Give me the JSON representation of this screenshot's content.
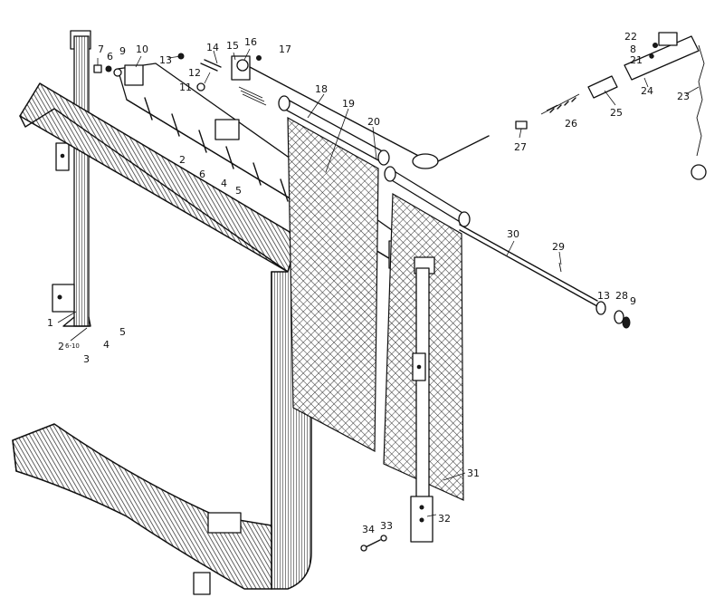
{
  "callouts": [
    "1",
    "2",
    "6-10",
    "3",
    "4",
    "5",
    "7",
    "6",
    "9",
    "10",
    "13",
    "14",
    "15",
    "16",
    "17",
    "12",
    "11",
    "18",
    "19",
    "20",
    "2",
    "6",
    "4",
    "5",
    "27",
    "26",
    "25",
    "24",
    "23",
    "22",
    "8",
    "21",
    "30",
    "29",
    "13",
    "28",
    "9",
    "31",
    "32",
    "34",
    "33"
  ],
  "colors": {
    "ink": "#111111",
    "background": "#ffffff"
  }
}
